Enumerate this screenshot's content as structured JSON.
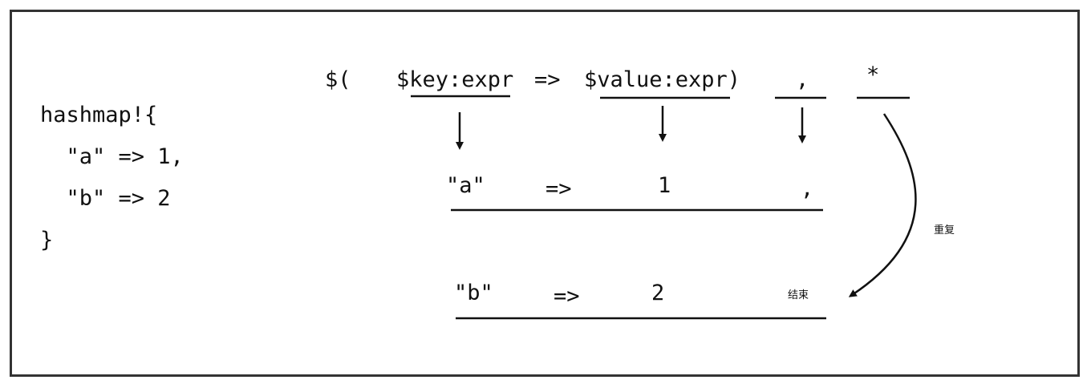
{
  "code_block": {
    "lines": [
      "hashmap!{",
      "  \"a\" => 1,",
      "  \"b\" => 2",
      "}"
    ]
  },
  "pattern": {
    "open": "$(",
    "key": "$key:expr",
    "arrow": "=>",
    "value": "$value:expr)",
    "separator": ",",
    "repeat": "*"
  },
  "row1": {
    "key": "\"a\"",
    "arrow": "=>",
    "value": "1",
    "separator": ","
  },
  "row2": {
    "key": "\"b\"",
    "arrow": "=>",
    "value": "2",
    "end_label": "结束"
  },
  "repeat_label": "重复"
}
